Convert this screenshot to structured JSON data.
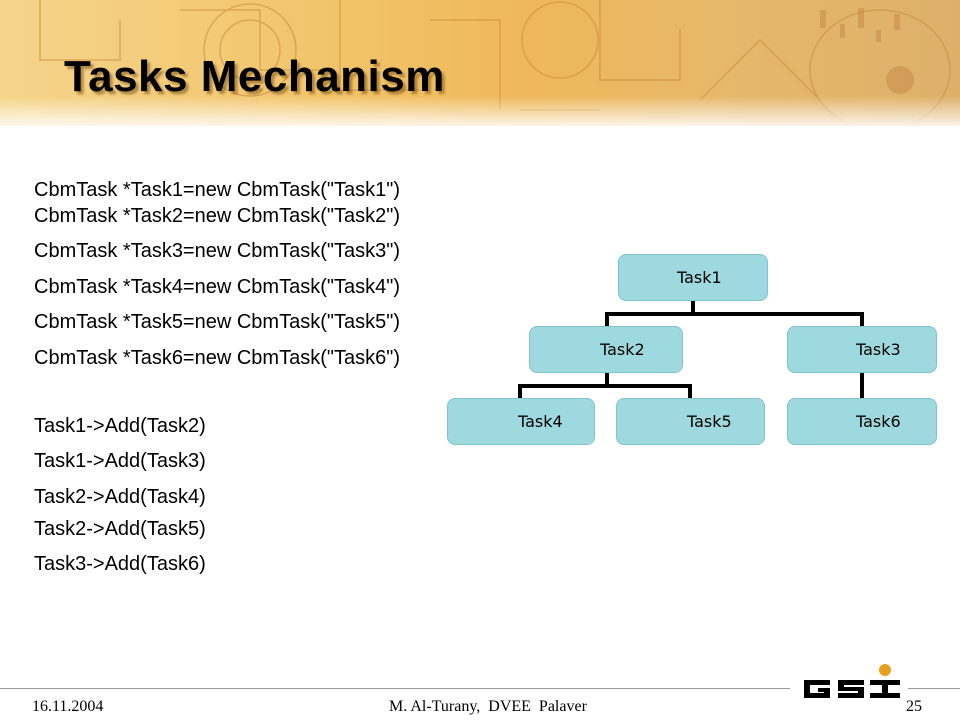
{
  "slide": {
    "title": "Tasks Mechanism"
  },
  "code": {
    "declarations": [
      "CbmTask *Task1=new CbmTask(\"Task1\")",
      "CbmTask *Task2=new CbmTask(\"Task2\")",
      "CbmTask *Task3=new CbmTask(\"Task3\")",
      "CbmTask *Task4=new CbmTask(\"Task4\")",
      "CbmTask *Task5=new CbmTask(\"Task5\")",
      "CbmTask *Task6=new CbmTask(\"Task6\")"
    ],
    "adds": [
      "Task1->Add(Task2)",
      "Task1->Add(Task3)",
      "Task2->Add(Task4)",
      "Task2->Add(Task5)",
      "Task3->Add(Task6)"
    ]
  },
  "tree": {
    "nodes": {
      "task1": "Task1",
      "task2": "Task2",
      "task3": "Task3",
      "task4": "Task4",
      "task5": "Task5",
      "task6": "Task6"
    }
  },
  "footer": {
    "date": "16.11.2004",
    "author": "M. Al-Turany,  DVEE  Palaver",
    "page": "25",
    "logo_text": "GSI"
  },
  "colors": {
    "banner": "#f2c46a",
    "node_fill": "#9ed9e0",
    "connector": "#000000",
    "logo_dot": "#e8a020"
  }
}
